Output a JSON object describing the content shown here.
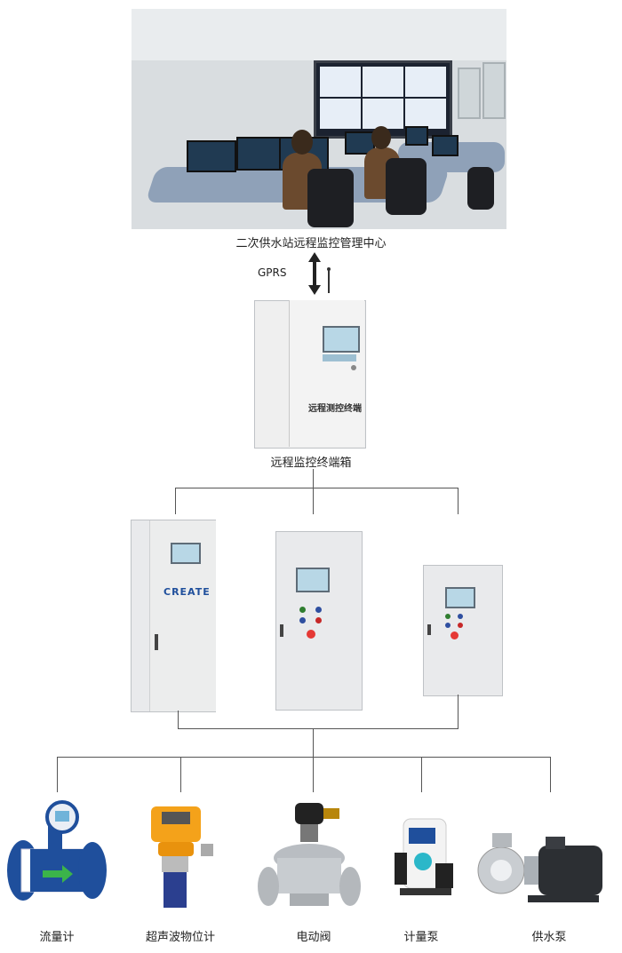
{
  "center": {
    "label": "二次供水站远程监控管理中心"
  },
  "link": {
    "label": "GPRS"
  },
  "terminal": {
    "label": "远程监控终端箱",
    "door_text": "远程测控终端"
  },
  "cabinets": [
    {
      "logo": "CREATE"
    },
    {},
    {}
  ],
  "devices": [
    {
      "label": "流量计"
    },
    {
      "label": "超声波物位计"
    },
    {
      "label": "电动阀"
    },
    {
      "label": "计量泵"
    },
    {
      "label": "供水泵"
    }
  ],
  "colors": {
    "line": "#555555",
    "panel_blue": "#1f4f9c",
    "cabinet": "#e9eaec"
  }
}
